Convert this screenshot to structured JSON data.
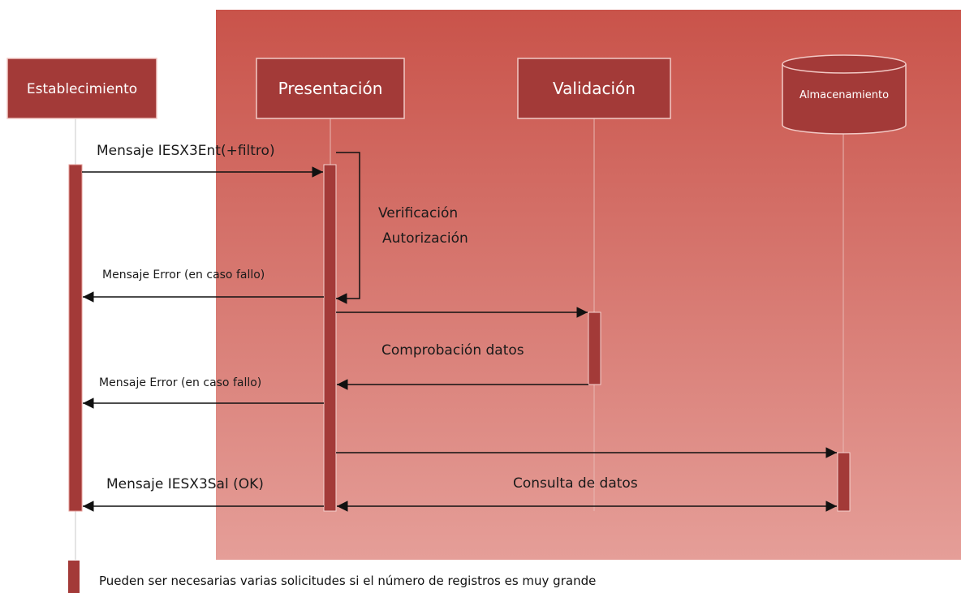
{
  "participants": {
    "establecimiento": "Establecimiento",
    "presentacion": "Presentación",
    "validacion": "Validación",
    "almacenamiento": "Almacenamiento"
  },
  "messages": {
    "entrada": "Mensaje IESX3Ent(+filtro)",
    "verificacion_1": "Verificación",
    "verificacion_2": "Autorización",
    "error_1": "Mensaje Error (en caso fallo)",
    "comprobacion": "Comprobación datos",
    "error_2": "Mensaje Error (en caso fallo)",
    "salida": "Mensaje IESX3Sal (OK)",
    "consulta": "Consulta de datos"
  },
  "legend": {
    "text": "Pueden ser necesarias varias solicitudes si el número de registros es muy grande"
  },
  "colors": {
    "system_area_top": "#c9534a",
    "system_area_bottom": "#e59e98",
    "box_fill": "#a33a38",
    "box_border": "#f2c9c5",
    "activation": "#a33a38",
    "lifeline": "#c8c8c8",
    "arrow": "#111111"
  }
}
